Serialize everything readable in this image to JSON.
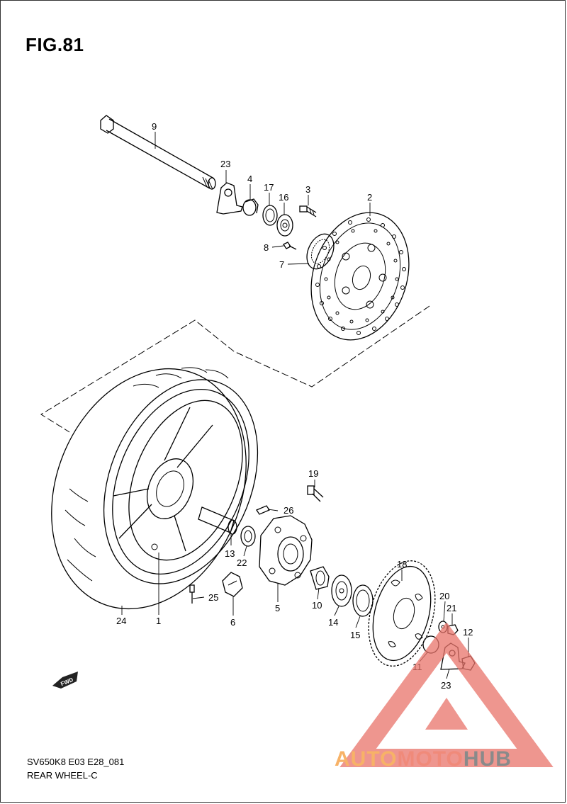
{
  "figure": {
    "title": "FIG.81"
  },
  "footer": {
    "model_code": "SV650K8 E03 E28_081",
    "section_name": "REAR WHEEL-C"
  },
  "fwd_badge": "FWD",
  "callouts": {
    "c1": "1",
    "c2": "2",
    "c3": "3",
    "c4": "4",
    "c5": "5",
    "c6": "6",
    "c7": "7",
    "c8": "8",
    "c9": "9",
    "c10": "10",
    "c11": "11",
    "c12": "12",
    "c13": "13",
    "c14": "14",
    "c15": "15",
    "c16": "16",
    "c17": "17",
    "c18": "18",
    "c19": "19",
    "c20": "20",
    "c21": "21",
    "c22": "22",
    "c23a": "23",
    "c23b": "23",
    "c24": "24",
    "c25": "25",
    "c26": "26"
  },
  "watermark": {
    "part1": "AUTO",
    "part2": "MOTO",
    "part3": "HUB",
    "colors": {
      "auto": "#f7b267",
      "moto": "#f08a7a",
      "hub": "#8a8a8a",
      "triangle": "#e8736a"
    }
  }
}
